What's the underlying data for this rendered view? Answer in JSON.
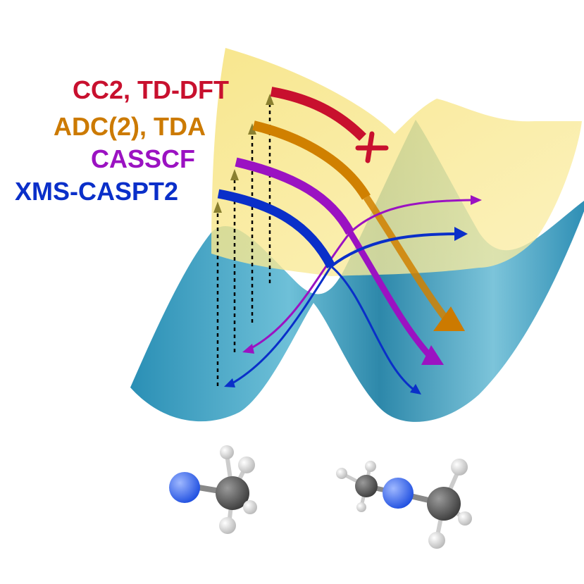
{
  "methods": [
    {
      "label": "CC2, TD-DFT",
      "color": "#c8102e"
    },
    {
      "label": "ADC(2), TDA",
      "color": "#cc7a00"
    },
    {
      "label": "CASSCF",
      "color": "#9b12c2"
    },
    {
      "label": "XMS-CASPT2",
      "color": "#0a2fc9"
    }
  ],
  "colors": {
    "excited_surface": "#f6e27a",
    "ground_surface": "#3aa3c4",
    "excitation_arrow": "#8a8030",
    "nitrogen": "#2f5ff0",
    "carbon": "#505050",
    "hydrogen": "#f2f2f2"
  },
  "molecules": [
    {
      "id": "left-molecule",
      "icon": "cyclic-azomethane-icon"
    },
    {
      "id": "right-molecule",
      "icon": "trans-azomethane-icon"
    }
  ],
  "markers": {
    "blocked": "cross-icon"
  }
}
